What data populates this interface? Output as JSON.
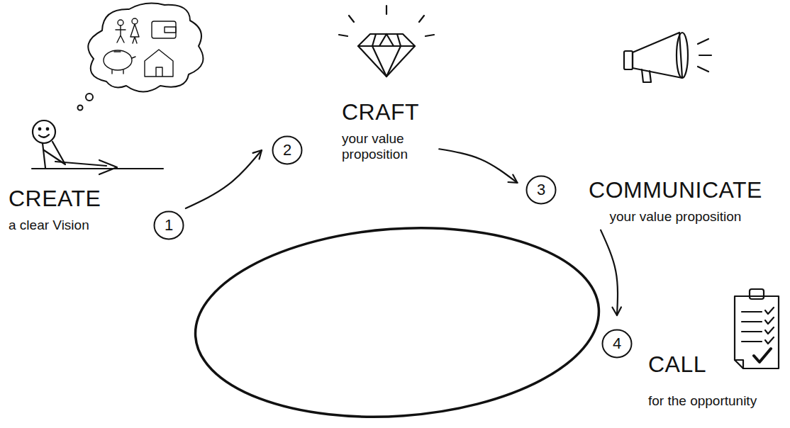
{
  "diagram": {
    "nodes": [
      {
        "text": [
          "CREATE",
          "a clear Vision"
        ]
      },
      {
        "text": [
          "1"
        ]
      },
      {
        "text": [
          "2"
        ]
      },
      {
        "text": [
          "CRAFT",
          "your value proposition"
        ]
      },
      {
        "text": [
          "3"
        ]
      },
      {
        "text": [
          "COMMUNICATE",
          "your value proposition"
        ]
      },
      {
        "text": [
          "4"
        ]
      },
      {
        "text": [
          "CALL",
          "for the opportunity"
        ]
      }
    ],
    "edges": [
      {
        "from": 1,
        "to": 2,
        "arrow": "to"
      },
      {
        "from": 3,
        "to": 4,
        "arrow": "to"
      },
      {
        "from": 5,
        "to": 6,
        "arrow": "to"
      }
    ]
  }
}
